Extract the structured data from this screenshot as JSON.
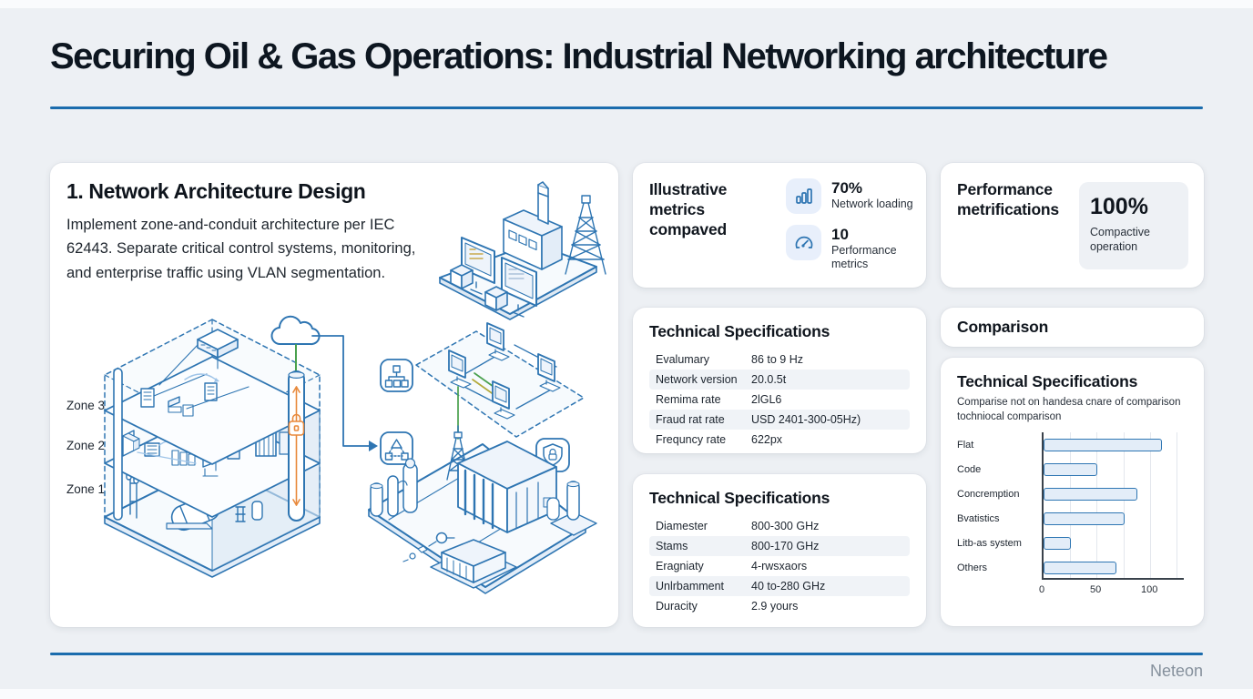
{
  "page": {
    "title": "Securing Oil & Gas Operations: Industrial Networking architecture",
    "footer_brand": "Neteon"
  },
  "main_card": {
    "heading": "1. Network Architecture Design",
    "description": "Implement zone-and-conduit architecture per IEC 62443. Separate critical control systems, monitoring, and enterprise traffic using VLAN segmentation.",
    "zone_labels": [
      "Zone 3",
      "Zone 2",
      "Zone 1"
    ]
  },
  "metrics_card": {
    "heading": "Illustrative metrics compaved",
    "items": [
      {
        "icon": "bar-chart-icon",
        "value": "70%",
        "label": "Network loading"
      },
      {
        "icon": "gauge-icon",
        "value": "10",
        "label": "Performance metrics"
      }
    ]
  },
  "performance_card": {
    "heading": "Performance metrifications",
    "stat_value": "100%",
    "stat_label": "Compactive operation"
  },
  "spec_card_1": {
    "heading": "Technical Specifications",
    "rows": [
      {
        "label": "Evalumary",
        "value": "86 to 9 Hz"
      },
      {
        "label": "Network version",
        "value": "20.0.5t"
      },
      {
        "label": "Remima rate",
        "value": "2lGL6"
      },
      {
        "label": "Fraud rat rate",
        "value": "USD 2401-300-05Hz)"
      },
      {
        "label": "Frequncy rate",
        "value": "622px"
      }
    ]
  },
  "comparison_card": {
    "heading": "Comparison"
  },
  "chart_card": {
    "heading": "Technical Specifications",
    "subtitle": "Comparise not on handesa cnare of comparison tochniocal comparison"
  },
  "spec_card_2": {
    "heading": "Technical Specifications",
    "rows": [
      {
        "label": "Diamester",
        "value": "800-300 GHz"
      },
      {
        "label": "Stams",
        "value": "800-170 GHz"
      },
      {
        "label": "Eragniaty",
        "value": "4-rwsxaors"
      },
      {
        "label": "Unlrbamment",
        "value": "40 to-280 GHz"
      },
      {
        "label": "Duracity",
        "value": "2.9 yours"
      }
    ]
  },
  "chart_data": {
    "type": "bar",
    "orientation": "horizontal",
    "title": "Technical Specifications",
    "categories": [
      "Flat",
      "Code",
      "Concremption",
      "Bvatistics",
      "Litb-as system",
      "Others"
    ],
    "values": [
      110,
      50,
      87,
      75,
      25,
      68
    ],
    "xlim": [
      0,
      132
    ],
    "x_ticks": [
      0,
      50,
      100
    ],
    "gridline_step": 25,
    "grid": true,
    "legend": false,
    "bar_fill": "#e3edf8",
    "bar_stroke": "#2e76b3"
  },
  "colors": {
    "accent_blue": "#1b6cad",
    "stroke_blue": "#2e75b2",
    "conduit_orange": "#e8893c",
    "link_green": "#4aa14e",
    "page_bg": "#edf0f4",
    "stripe": "#f0f3f7",
    "tile_bg": "#e8effb"
  }
}
